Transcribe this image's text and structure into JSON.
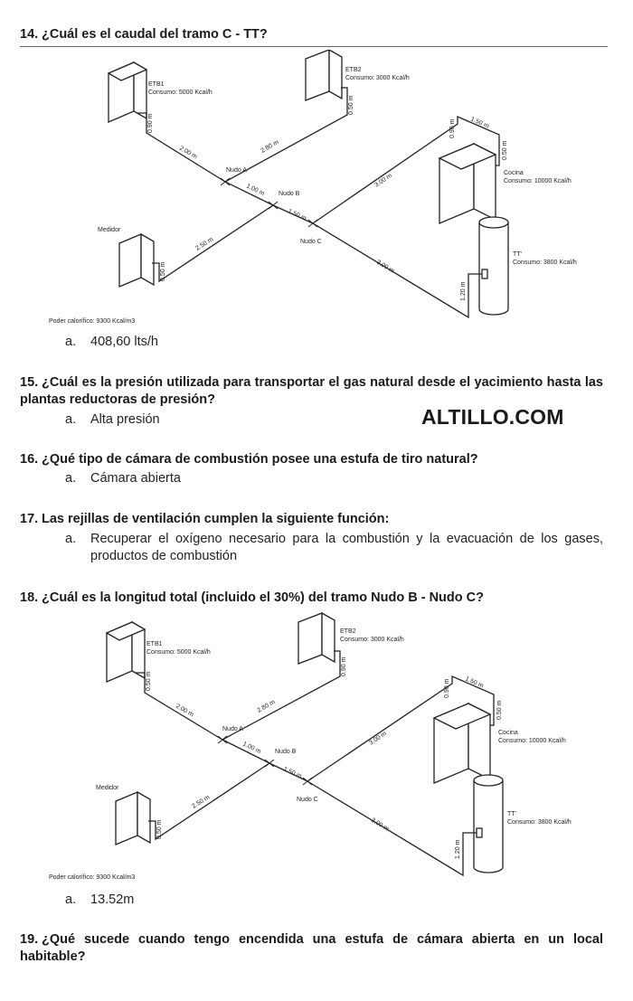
{
  "questions": [
    {
      "number": "14.",
      "text": "¿Cuál es el caudal del tramo C - TT?",
      "answer_letter": "a.",
      "answer": "408,60 lts/h"
    },
    {
      "number": "15.",
      "text": "¿Cuál es la presión utilizada para transportar el gas natural desde el yacimiento hasta las plantas reductoras de presión?",
      "answer_letter": "a.",
      "answer": "Alta presión"
    },
    {
      "number": "16.",
      "text": "¿Qué tipo de cámara de combustión posee una estufa de tiro natural?",
      "answer_letter": "a.",
      "answer": "Cámara abierta"
    },
    {
      "number": "17.",
      "text": "Las rejillas de ventilación cumplen la siguiente función:",
      "answer_letter": "a.",
      "answer": "Recuperar el oxígeno necesario para la combustión y la evacuación de los gases, productos de combustión"
    },
    {
      "number": "18.",
      "text": "¿Cuál es la longitud total (incluido el 30%) del tramo Nudo B - Nudo C?",
      "answer_letter": "a.",
      "answer": "13.52m"
    },
    {
      "number": "19.",
      "text": "¿Qué sucede cuando tengo encendida una estufa de cámara abierta en un local habitable?"
    }
  ],
  "watermark": "ALTILLO.COM",
  "diagram1": {
    "etb1_name": "ETB1",
    "etb1_consumo": "Consumo: 5000 Kcal/h",
    "etb2_name": "ETB2",
    "etb2_consumo": "Consumo: 3000 Kcal/h",
    "cocina_name": "Cocina",
    "cocina_consumo": "Consumo: 10000 Kcal/h",
    "tt_name": "TT'",
    "tt_consumo": "Consumo: 3800 Kcal/h",
    "medidor": "Medidor",
    "nudo_a": "Nudo A",
    "nudo_b": "Nudo B",
    "nudo_c": "Nudo C",
    "poder": "Poder calorífico: 9300 Kcal/m3",
    "d_etb1": "0.90 m",
    "d_etb2": "0.50 m",
    "d_medidor": "0.50 m",
    "d_a1": "2.00 m",
    "d_a2": "2.80 m",
    "d_ab": "1.00 m",
    "d_med": "2.50 m",
    "d_bc": "1.50 m",
    "d_c_coc": "3.00 m",
    "d_c_tt": "3.00 m",
    "d_coc_v": "0.90 m",
    "d_coc_h": "1.50 m",
    "d_coc_r": "0.50 m",
    "d_tt": "1.20 m"
  },
  "diagram2": {
    "etb1_name": "ETB1",
    "etb1_consumo": "Consumo: 5000 Kcal/h",
    "etb2_name": "ETB2",
    "etb2_consumo": "Consumo: 3000 Kcal/h",
    "cocina_name": "Cocina",
    "cocina_consumo": "Consumo: 10000 Kcal/h",
    "tt_name": "TT'",
    "tt_consumo": "Consumo: 3800 Kcal/h",
    "medidor": "Medidor",
    "nudo_a": "Nudo A",
    "nudo_b": "Nudo B",
    "nudo_c": "Nudo C",
    "poder": "Poder calorífico: 9300 Kcal/m3",
    "d_etb1": "0.50 m",
    "d_etb2": "0.90 m",
    "d_medidor": "0.50 m",
    "d_a1": "2.00 m",
    "d_a2": "2.80 m",
    "d_ab": "1.00 m",
    "d_med": "2.50 m",
    "d_bc": "1.50 m",
    "d_c_coc": "3.00 m",
    "d_c_tt": "3.00 m",
    "d_coc_v": "0.90 m",
    "d_coc_h": "1.50 m",
    "d_coc_r": "0.50 m",
    "d_tt": "1.20 m"
  }
}
